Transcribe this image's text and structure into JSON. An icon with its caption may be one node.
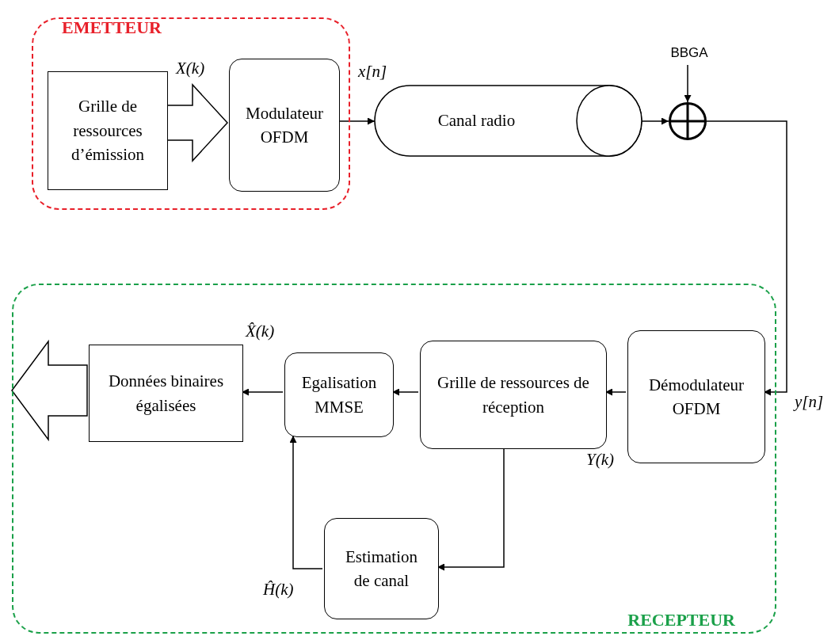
{
  "diagram": {
    "nodes": [
      {
        "text": [
          "EMETTEUR"
        ]
      },
      {
        "text": [
          "Grille de ressources d’émission"
        ],
        "in": 0
      },
      {
        "text": [
          "Modulateur OFDM"
        ],
        "in": 0
      },
      {
        "text": [
          "Canal radio"
        ]
      },
      {
        "text": [
          "BBGA"
        ]
      },
      {
        "text": [],
        "shape": "circle"
      },
      {
        "text": [
          "RECEPTEUR"
        ]
      },
      {
        "text": [
          "Démodulateur OFDM"
        ],
        "in": 6
      },
      {
        "text": [
          "Grille de ressources de réception"
        ],
        "in": 6
      },
      {
        "text": [
          "Egalisation MMSE"
        ],
        "in": 6
      },
      {
        "text": [
          "Données binaires égalisées"
        ],
        "in": 6
      },
      {
        "text": [
          "Estimation de canal"
        ],
        "in": 6
      }
    ],
    "edges": [
      {
        "from": 1,
        "to": 2,
        "arrow": "to",
        "label": "X(k)",
        "style": "thick"
      },
      {
        "from": 2,
        "to": 3,
        "arrow": "to",
        "label": "x[n]"
      },
      {
        "from": 3,
        "to": 5,
        "arrow": "to"
      },
      {
        "from": 4,
        "to": 5,
        "arrow": "to"
      },
      {
        "from": 5,
        "to": 7,
        "arrow": "to",
        "label": "y[n]"
      },
      {
        "from": 7,
        "to": 8,
        "arrow": "to"
      },
      {
        "from": 8,
        "to": 9,
        "arrow": "to"
      },
      {
        "from": 9,
        "to": 10,
        "arrow": "to"
      },
      {
        "from": 10,
        "to": null,
        "arrow": "to",
        "style": "thick"
      },
      {
        "from": 8,
        "to": 11,
        "arrow": "to"
      },
      {
        "from": 11,
        "to": 9,
        "arrow": "to"
      }
    ],
    "labels": [
      "Y(k)",
      "X̂(k)",
      "Ĥ(k)"
    ]
  }
}
